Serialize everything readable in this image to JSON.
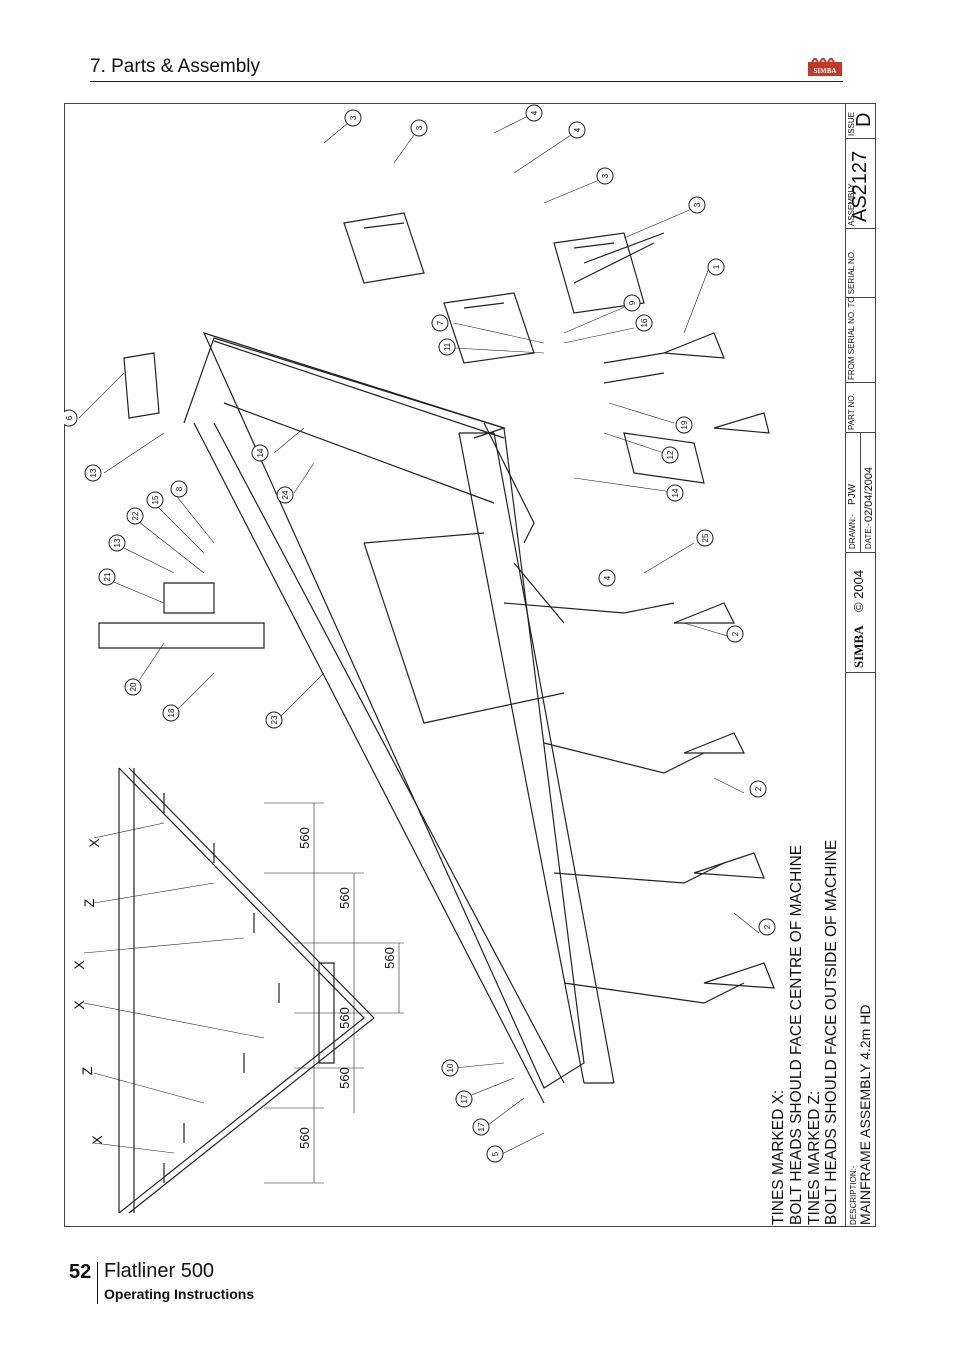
{
  "header": {
    "section_title": "7. Parts & Assembly",
    "logo_text": "SIMBA"
  },
  "notes": {
    "line1": "TINES MARKED X:",
    "line2": "BOLT HEADS SHOULD FACE CENTRE OF MACHINE",
    "line3": "TINES MARKED Z:",
    "line4": "BOLT HEADS SHOULD FACE OUTSIDE OF MACHINE"
  },
  "title_block": {
    "description_label": "DESCRIPTION:-",
    "description": "MAINFRAME ASSEMBLY 4.2m HD",
    "logo": "SIMBA",
    "copyright": "© 2004",
    "drawn_label": "DRAWN:-",
    "drawn_by": "PJW",
    "date_label": "DATE:-",
    "date": "02/04/2004",
    "part_no_label": "PART NO.",
    "serial_label": "FROM SERIAL NO. TO SERIAL NO.",
    "assembly_label": "ASSEMBLY",
    "assembly": "AS2127",
    "issue_label": "ISSUE",
    "issue": "D"
  },
  "dimensions": [
    "560",
    "560",
    "560",
    "560",
    "560",
    "560"
  ],
  "tine_marks": [
    "X",
    "Z",
    "X",
    "X",
    "Z",
    "X"
  ],
  "balloons": [
    "3",
    "3",
    "4",
    "4",
    "3",
    "3",
    "1",
    "9",
    "16",
    "7",
    "11",
    "6",
    "19",
    "12",
    "13",
    "14",
    "24",
    "14",
    "8",
    "15",
    "22",
    "13",
    "21",
    "25",
    "4",
    "2",
    "20",
    "18",
    "23",
    "2",
    "2",
    "10",
    "17",
    "17",
    "5"
  ],
  "footer": {
    "page_number": "52",
    "product": "Flatliner 500",
    "subtitle": "Operating Instructions"
  }
}
